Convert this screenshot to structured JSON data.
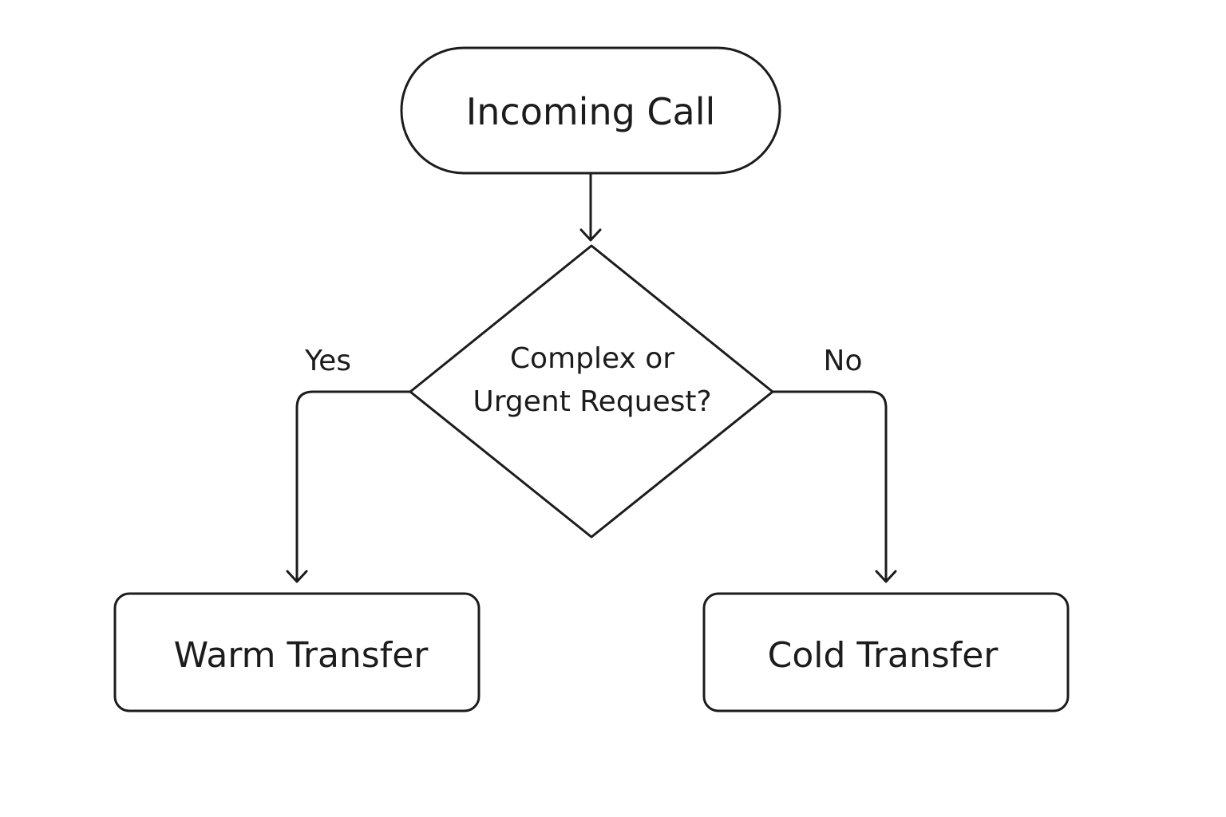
{
  "diagram": {
    "start_node": {
      "label": "Incoming Call"
    },
    "decision_node": {
      "line1": "Complex or",
      "line2": "Urgent Request?"
    },
    "branch_yes": {
      "label": "Yes"
    },
    "branch_no": {
      "label": "No"
    },
    "outcome_yes": {
      "label": "Warm Transfer"
    },
    "outcome_no": {
      "label": "Cold Transfer"
    },
    "colors": {
      "stroke": "#1c1c1c",
      "text": "#1c1c1c",
      "background": "#ffffff"
    }
  }
}
